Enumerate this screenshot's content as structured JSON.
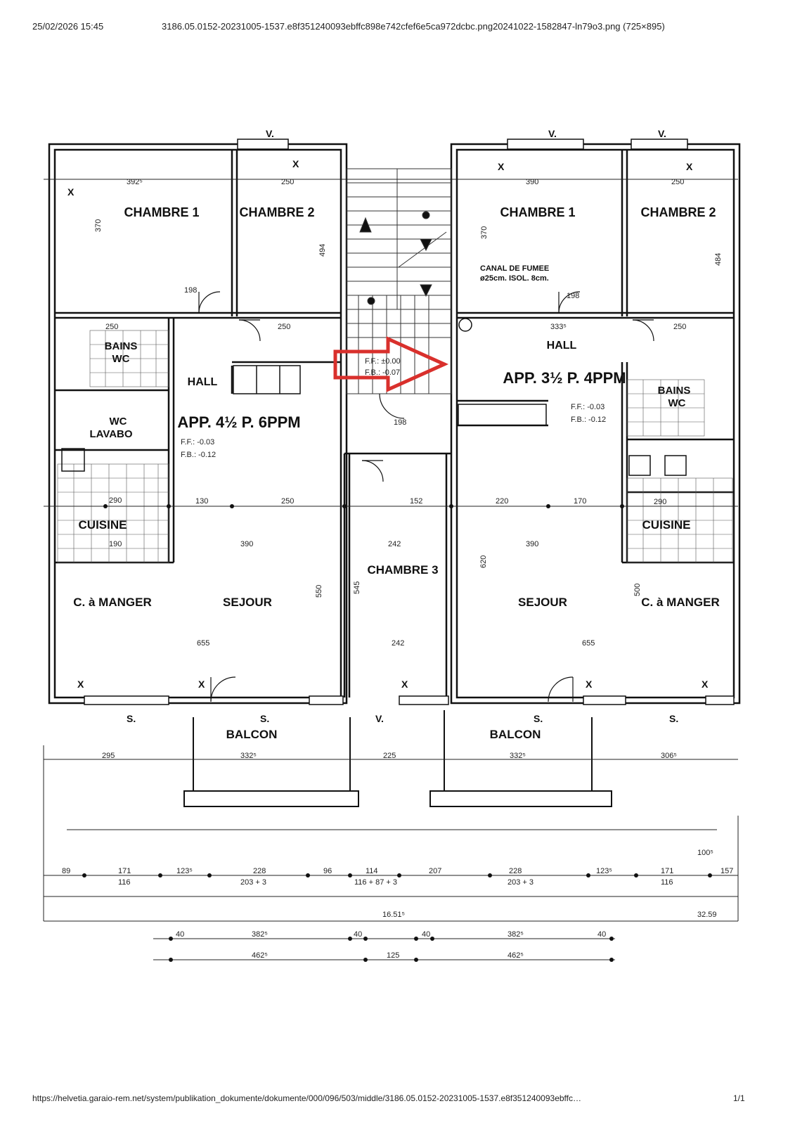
{
  "header": {
    "datetime": "25/02/2026 15:45",
    "title": "3186.05.0152-20231005-1537.e8f351240093ebffc898e742cfef6e5ca972dcbc.png20241022-1582847-ln79o3.png (725×895)"
  },
  "footer": {
    "url": "https://helvetia.garaio-rem.net/system/publikation_dokumente/dokumente/000/096/503/middle/3186.05.0152-20231005-1537.e8f351240093ebffc…",
    "page": "1/1"
  },
  "plan": {
    "left_apartment": {
      "title": "APP. 4½ P. 6PPM",
      "levels": [
        "F.F.: -0.03",
        "F.B.: -0.12"
      ],
      "rooms": {
        "chambre1": "CHAMBRE 1",
        "chambre2": "CHAMBRE 2",
        "bains": "BAINS",
        "wc": "WC",
        "wc_lavabo_1": "WC",
        "wc_lavabo_2": "LAVABO",
        "hall": "HALL",
        "cuisine": "CUISINE",
        "c_a_manger": "C. à MANGER",
        "sejour": "SEJOUR",
        "chambre3": "CHAMBRE 3",
        "balcon": "BALCON"
      }
    },
    "right_apartment": {
      "title": "APP. 3½ P. 4PPM",
      "levels": [
        "F.F.: -0.03",
        "F.B.: -0.12"
      ],
      "rooms": {
        "chambre1": "CHAMBRE 1",
        "chambre2": "CHAMBRE 2",
        "hall": "HALL",
        "bains": "BAINS",
        "wc": "WC",
        "cuisine": "CUISINE",
        "sejour": "SEJOUR",
        "c_a_manger": "C. à MANGER",
        "balcon": "BALCON"
      }
    },
    "stair_levels": [
      "F.F.: ±0.00",
      "F.B.: -0.07"
    ],
    "canal": [
      "CANAL DE FUMEE",
      "ø25cm. ISOL. 8cm."
    ],
    "total_a": "16.51⁵",
    "total_b": "32.59",
    "dims": {
      "d1": "392⁵",
      "d2": "250",
      "d3": "390",
      "d4": "250",
      "d5": "370",
      "d6": "494",
      "d7": "484",
      "d8": "198",
      "d9": "250",
      "d10": "333⁵",
      "d11": "290",
      "d12": "190",
      "d13": "390",
      "d14": "242",
      "d15": "390",
      "d16": "290",
      "d17": "655",
      "d18": "242",
      "d19": "655",
      "d20": "295",
      "d21": "332⁵",
      "d22": "225",
      "d23": "332⁵",
      "d24": "306⁵",
      "d25": "89",
      "d26": "171",
      "d27": "123⁵",
      "d28": "228",
      "d29": "96",
      "d30": "114",
      "d31": "207",
      "d32": "228",
      "d33": "123⁵",
      "d34": "171",
      "d35": "157",
      "d36": "100⁵",
      "d37": "40",
      "d38": "382⁵",
      "d39": "40",
      "d40": "40",
      "d41": "382⁵",
      "d42": "40",
      "d43": "462⁵",
      "d44": "125",
      "d45": "462⁵",
      "d46": "116",
      "d47": "203 + 3",
      "d48": "116 + 87 + 3",
      "d49": "203 + 3",
      "d50": "116",
      "d51": "550",
      "d52": "545",
      "d53": "620",
      "d54": "500",
      "d55": "130",
      "d56": "152",
      "d57": "220",
      "d58": "170"
    },
    "marks": {
      "v": "V.",
      "s": "S.",
      "x": "X"
    }
  }
}
